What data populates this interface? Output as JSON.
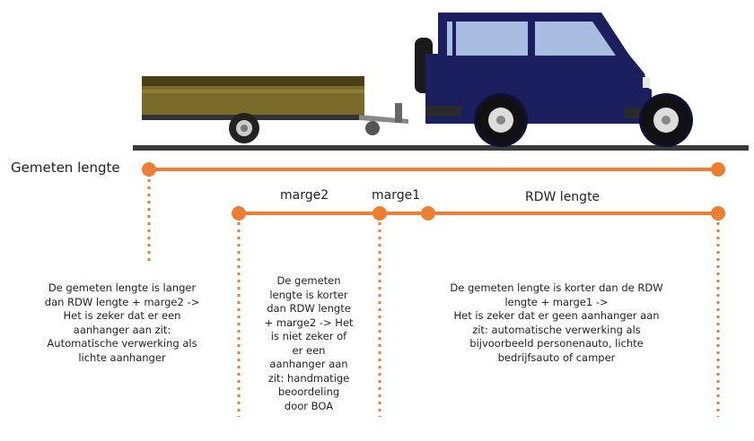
{
  "labels": {
    "gemeten_lengte": "Gemeten lengte",
    "marge2": "marge2",
    "marge1": "marge1",
    "rdw_lengte": "RDW lengte"
  },
  "descriptions": {
    "left": [
      "De gemeten lengte is langer",
      "dan  RDW lengte + marge2 ->",
      "Het is zeker dat er een",
      "aanhanger aan zit:",
      "Automatische verwerking als",
      "lichte aanhanger"
    ],
    "middle": [
      "De gemeten",
      "lengte is korter",
      "dan RDW lengte",
      "+ marge2 -> Het",
      "is niet zeker of",
      "er een",
      "aanhanger aan",
      "zit: handmatige",
      "beoordeling",
      "door BOA"
    ],
    "right": [
      "De gemeten lengte is korter dan de RDW",
      "lengte + marge1 ->",
      "Het is zeker dat er geen aanhanger aan",
      "zit: automatische verwerking als",
      "bijvoorbeeld personenauto, lichte",
      "bedrijfsauto of camper"
    ]
  },
  "colors": {
    "accent_orange": "#ED7D31",
    "car_body": "#1c1f5e",
    "trailer_body": "#7a6a2a",
    "road": "#3a3a3a"
  },
  "icons": [
    "car-with-trailer-illustration"
  ]
}
